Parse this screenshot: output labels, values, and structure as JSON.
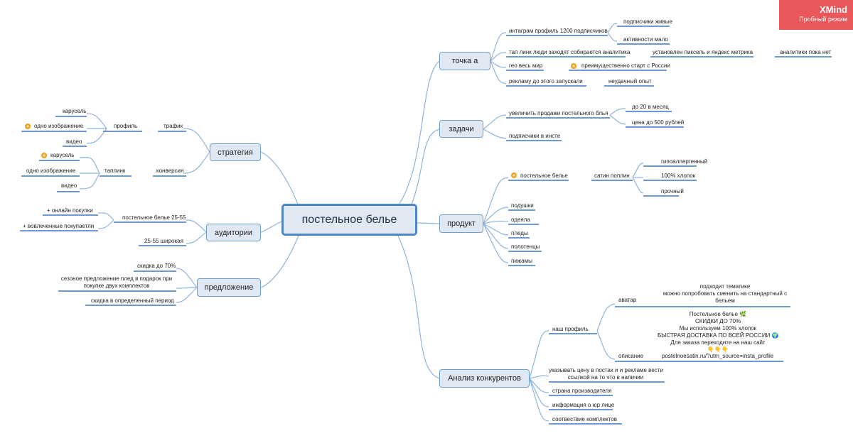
{
  "brand": {
    "name": "XMind",
    "mode": "Пробный режим"
  },
  "central": "постельное белье",
  "branches": {
    "tochka": {
      "label": "точка а",
      "ig": "интаграм профиль 1200 подписчиков",
      "ig_live": "подписчики живые",
      "ig_act": "активности мало",
      "tap": "тап линк люди заходят собирается аналитика",
      "pixel": "установлен пиксель и яндекс метрика",
      "no_analytics": "аналитики пока нет",
      "geo": "гео весь мир",
      "geo_start": "преимущественно старт с России",
      "ads": "рекламу до этого запускали",
      "ads_bad": "неудачный опыт"
    },
    "zadachi": {
      "label": "задачи",
      "sales": "увеличить продажи постельного блья",
      "per_month": "до 20 в месяц",
      "price": "цена до 500 рублей",
      "subs": "подписчики в инсте"
    },
    "produkt": {
      "label": "продукт",
      "bedding": "постельное белье",
      "satin": "сатин поплин",
      "hypo": "гипоаллергенный",
      "cotton": "100% хлопок",
      "durable": "прочный",
      "items": [
        "подушки",
        "одеяла",
        "пледы",
        "полотенцы",
        "пижамы"
      ]
    },
    "analiz": {
      "label": "Анализ конкурентов",
      "profile": "наш профиль",
      "avatar": "аватар",
      "avatar_note": [
        "подходит тематике",
        "можно попробовать сменить на стандартный с",
        "бельем"
      ],
      "description": "описание",
      "desc_lines": [
        "Постельное белье 🌿",
        "СКИДКИ ДО 70%",
        "Мы используем 100% хлопок",
        "БЫСТРАЯ ДОСТАВКА ПО ВСЕЙ РОССИИ 🌍",
        "Для заказа переходите на наш сайт",
        "👇👇👇"
      ],
      "link": "postelnoesatin.ru/?utm_source=insta_profile",
      "price_posts": [
        "указывать цену в постах и и рекламе вести",
        "ссылкой на то что в наличии"
      ],
      "country": "страна производителя",
      "legal": "информация о юр лице",
      "sets": "соотвествие комплектов"
    },
    "strategiya": {
      "label": "стратегия",
      "traffic": "трафик",
      "profile": "профиль",
      "carousel": "карусель",
      "single": "одно изображение",
      "video": "видео",
      "conversion": "конверсия",
      "taplink": "таплинк",
      "carousel2": "карусель",
      "single2": "одно изображение",
      "video2": "видео"
    },
    "auditorii": {
      "label": "аудитории",
      "a25_55": "постельное белье 25-55",
      "online": "+ онлайн покупки",
      "engaged": "+ вовлеченные покупаетли",
      "wide": "25-55 широкая"
    },
    "predlozhenie": {
      "label": "предложение",
      "discount": "скидка до 70%",
      "season": [
        "сезоное предложение плед в подарок при",
        "покупке двух комплектов"
      ],
      "period": "скидка в определенный период"
    }
  },
  "colors": {
    "line": "#6b9dd0",
    "underline": "#3f78c2",
    "box_fill": "#dfe8f3",
    "box_border": "#6e9ecf",
    "brand": "#e9575a",
    "star": "#f4b63a"
  }
}
